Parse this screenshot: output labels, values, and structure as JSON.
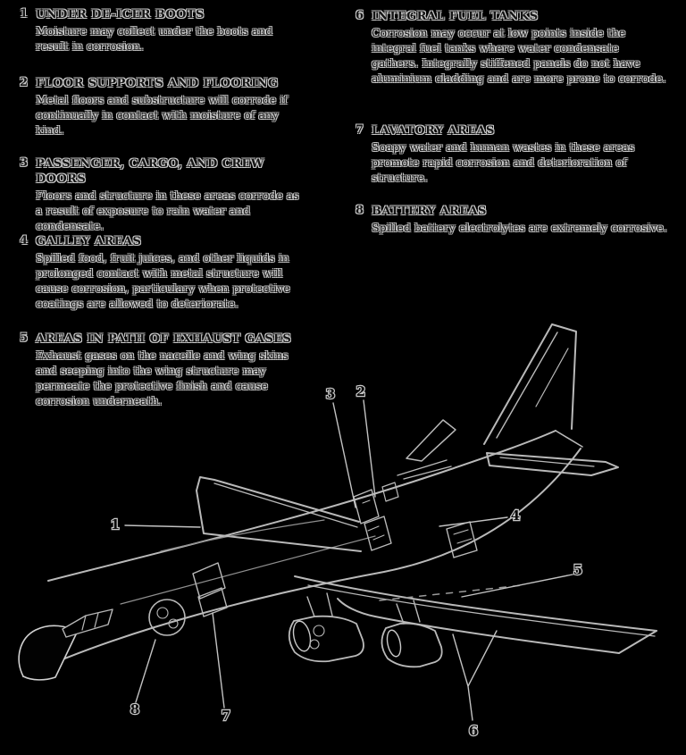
{
  "figure": {
    "subject": "aircraft corrosion-prone areas cutaway illustration",
    "colors": {
      "background": "#000000",
      "text_fill": "#141414",
      "text_outline": "#c9c9c9",
      "drawing_line": "#b9b9b9"
    }
  },
  "legend": {
    "left_items": [
      {
        "num": "1",
        "title": "UNDER DE-ICER BOOTS",
        "body": "Moisture may collect under the boots and result in corrosion."
      },
      {
        "num": "2",
        "title": "FLOOR SUPPORTS AND FLOORING",
        "body": "Metal floors and substructure will corrode if continually in contact with moisture of any kind."
      },
      {
        "num": "3",
        "title": "PASSENGER, CARGO, AND CREW DOORS",
        "body": "Floors and structure in these areas corrode as a result of exposure to rain water and condensate."
      },
      {
        "num": "4",
        "title": "GALLEY AREAS",
        "body": "Spilled food, fruit juices, and other liquids in prolonged contact with metal structure will cause corrosion, particulary when protective coatings are allowed to deteriorate."
      },
      {
        "num": "5",
        "title": "AREAS IN PATH OF EXHAUST GASES",
        "body": "Exhaust gases on the nacelle and wing skins and seeping into the wing structure may permeate the protective finish and cause corrosion underneath."
      }
    ],
    "right_items": [
      {
        "num": "6",
        "title": "INTEGRAL FUEL TANKS",
        "body": "Corrosion may occur at low points inside the integral fuel tanks where water condensate gathers. Integrally stiffened panels do not have aluminium cladding and are more prone to corrode."
      },
      {
        "num": "7",
        "title": "LAVATORY AREAS",
        "body": "Soapy water and human wastes in these areas promote rapid corrosion and deterioration of structure."
      },
      {
        "num": "8",
        "title": "BATTERY AREAS",
        "body": "Spilled battery electrolytes are extremely corrosive."
      }
    ]
  },
  "diagram": {
    "callouts": [
      {
        "label": "1",
        "points_to": "wing leading edge de-icer boots"
      },
      {
        "label": "2",
        "points_to": "floor supports and flooring"
      },
      {
        "label": "3",
        "points_to": "passenger, cargo and crew doors"
      },
      {
        "label": "4",
        "points_to": "galley area"
      },
      {
        "label": "5",
        "points_to": "exhaust gas path on wing"
      },
      {
        "label": "6",
        "points_to": "integral fuel tanks in wing"
      },
      {
        "label": "7",
        "points_to": "lavatory area"
      },
      {
        "label": "8",
        "points_to": "battery area"
      }
    ]
  }
}
